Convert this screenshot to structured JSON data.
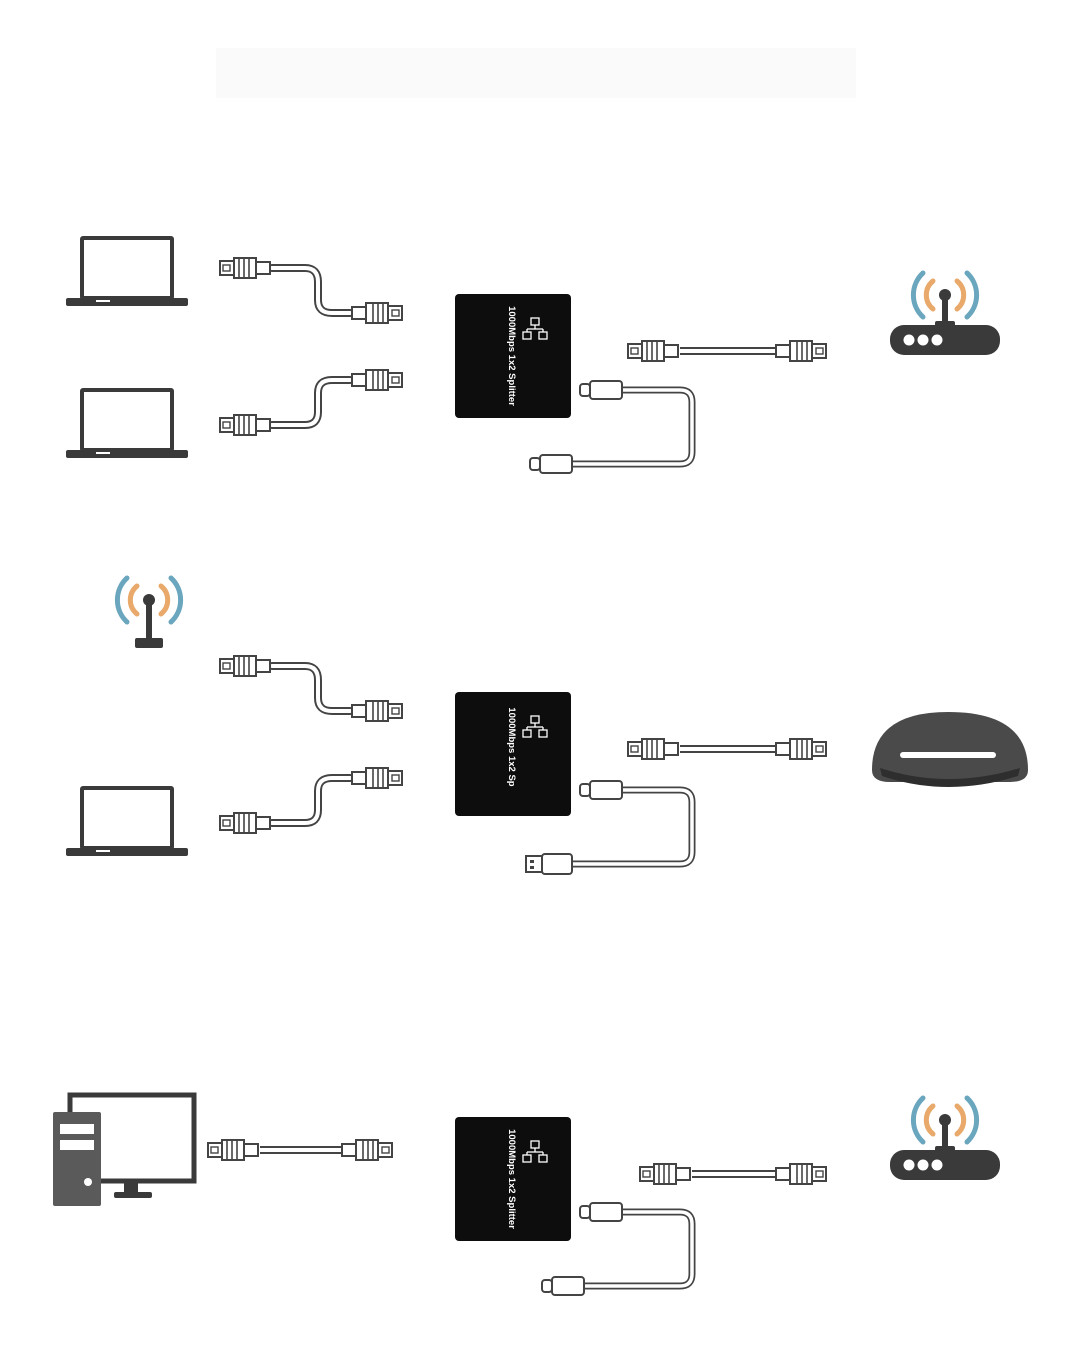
{
  "diagram": {
    "scenarios": [
      {
        "id": "laptops-to-router",
        "splitter_label": "1000Mbps 1x2 Splitter",
        "left_devices": [
          "laptop-icon",
          "laptop-icon"
        ],
        "right_device": "wifi-router-icon"
      },
      {
        "id": "wifi-laptop-to-modem",
        "splitter_label": "1000Mbps 1x2 Sp",
        "left_devices": [
          "wifi-antenna-icon",
          "laptop-icon"
        ],
        "right_device": "modem-icon"
      },
      {
        "id": "desktop-to-router",
        "splitter_label": "1000Mbps 1x2 Splitter",
        "left_devices": [
          "desktop-computer-icon"
        ],
        "right_device": "wifi-router-icon"
      }
    ],
    "colors": {
      "device": "#3a3a3a",
      "splitter": "#0d0d0d",
      "cable": "#444444",
      "wave_blue": "#6aa6bd",
      "wave_orange": "#e8a96b"
    }
  }
}
